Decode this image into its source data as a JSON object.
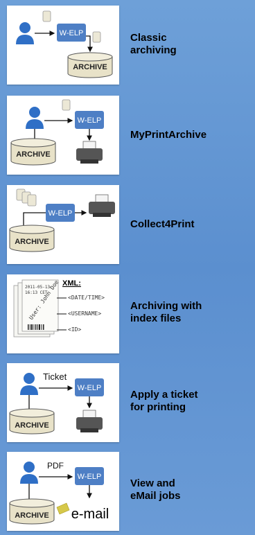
{
  "items": [
    {
      "label_lines": [
        "Classic",
        "archiving"
      ],
      "node_label": "W-ELP",
      "archive_label": "ARCHIVE"
    },
    {
      "label_lines": [
        "MyPrintArchive"
      ],
      "node_label": "W-ELP",
      "archive_label": "ARCHIVE"
    },
    {
      "label_lines": [
        "Collect4Print"
      ],
      "node_label": "W-ELP",
      "archive_label": "ARCHIVE"
    },
    {
      "label_lines": [
        "Archiving with",
        "index files"
      ],
      "xml_title": "XML:",
      "fields": [
        "<DATE/TIME>",
        "<USERNAME>",
        "<ID>"
      ],
      "doc_date": "2011-05-13",
      "doc_time": "16:13 CET",
      "doc_user": "User: John Doe"
    },
    {
      "label_lines": [
        "Apply a ticket",
        "for printing"
      ],
      "tag_label": "Ticket",
      "node_label": "W-ELP",
      "archive_label": "ARCHIVE"
    },
    {
      "label_lines": [
        "View and",
        "eMail jobs"
      ],
      "tag_label": "PDF",
      "node_label": "W-ELP",
      "archive_label": "ARCHIVE",
      "email_label": "e-mail"
    }
  ],
  "colors": {
    "box": "#4e7fc5",
    "person": "#2f6fc6",
    "archive": "#e8e2c8",
    "background": "#6a9bd6"
  }
}
